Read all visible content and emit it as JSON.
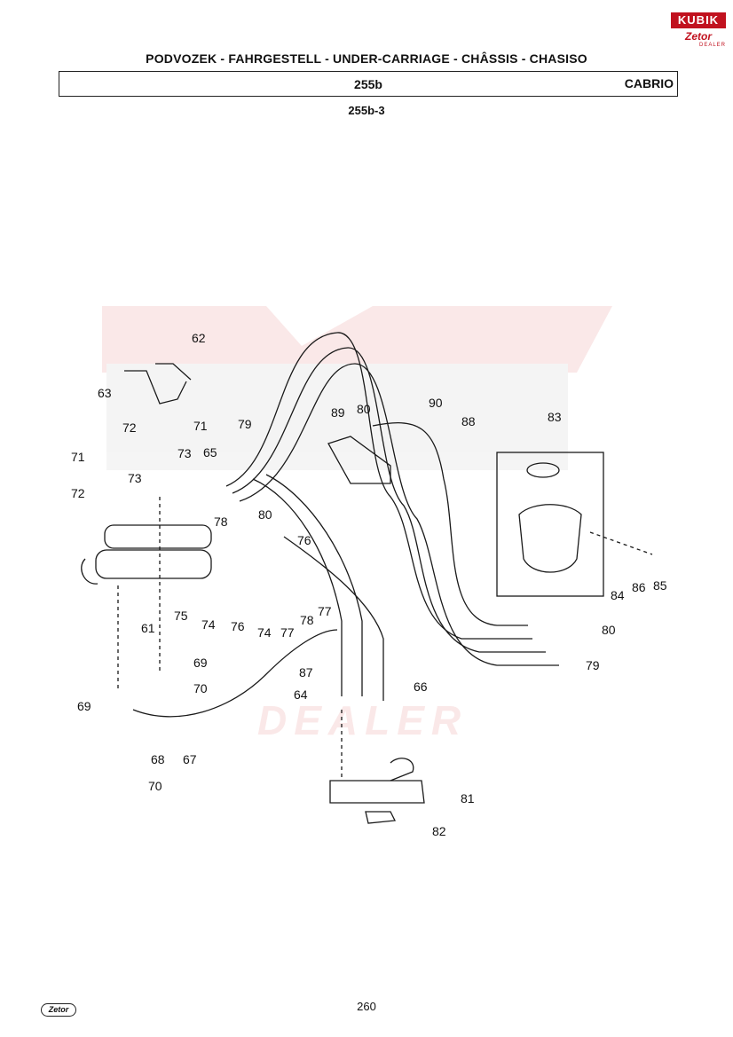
{
  "header": {
    "title": "PODVOZEK - FAHRGESTELL - UNDER-CARRIAGE - CHÂSSIS - CHASISO",
    "code": "255b",
    "variant": "CABRIO",
    "subcode": "255b-3"
  },
  "logo": {
    "brand_bar": "KUBIK",
    "brand_script": "Zetor",
    "brand_tag": "DEALER"
  },
  "watermark": {
    "text": "DEALER"
  },
  "callouts": [
    "62",
    "63",
    "71",
    "71",
    "72",
    "72",
    "73",
    "73",
    "65",
    "79",
    "89",
    "80",
    "90",
    "88",
    "83",
    "78",
    "80",
    "76",
    "84",
    "86",
    "85",
    "75",
    "74",
    "76",
    "74",
    "77",
    "78",
    "77",
    "80",
    "61",
    "69",
    "70",
    "87",
    "64",
    "66",
    "79",
    "69",
    "68",
    "67",
    "70",
    "81",
    "82"
  ],
  "footer": {
    "page_number": "260",
    "logo_text": "Zetor"
  },
  "colors": {
    "brand_red": "#c1121f",
    "watermark": "#f6d6d6",
    "line": "#1a1a1a"
  }
}
